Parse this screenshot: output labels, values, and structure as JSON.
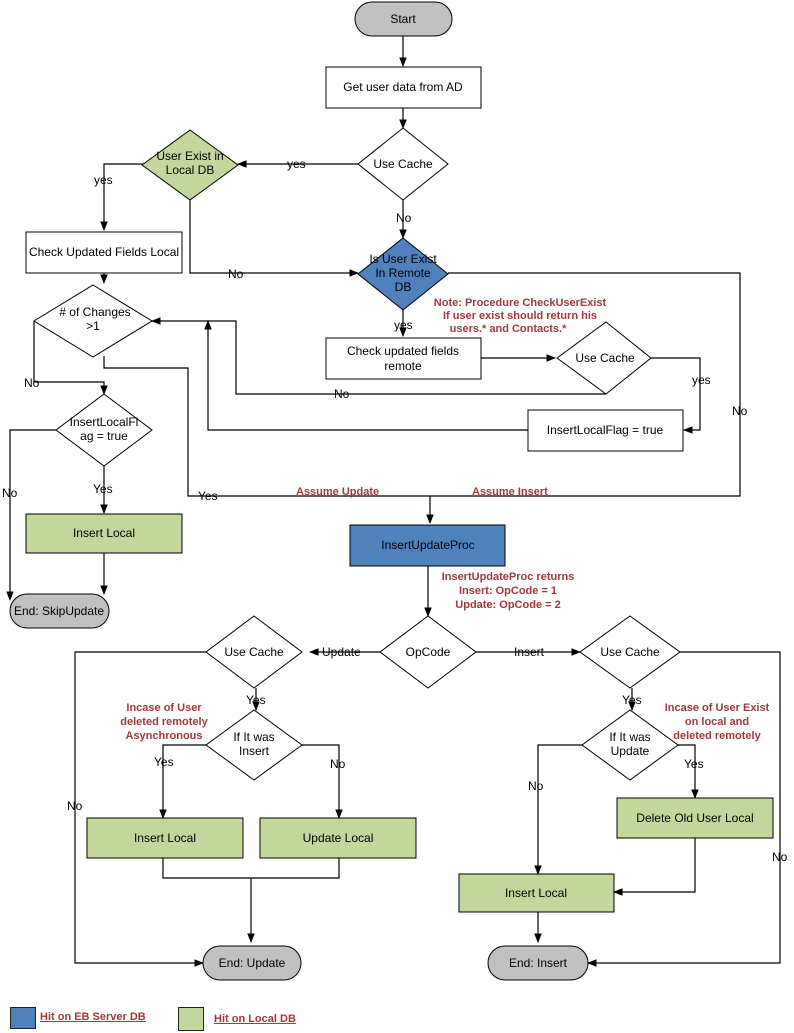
{
  "colors": {
    "server": "#4f81bd",
    "local": "#c3d69b",
    "terminal": "#c0c0c0",
    "note": "#a0393c"
  },
  "nodes": {
    "start": "Start",
    "get_user_data": "Get user data from AD",
    "use_cache_top": "Use Cache",
    "user_exist_local": [
      "User Exist in",
      "Local DB"
    ],
    "check_updated_local": "Check Updated Fields Local",
    "is_user_exist_remote": [
      "Is User Exist",
      "In Remote",
      "DB"
    ],
    "num_changes": [
      "# of Changes",
      ">1"
    ],
    "check_updated_remote": [
      "Check updated fields",
      "remote"
    ],
    "use_cache_remote": "Use Cache",
    "insert_local_flag_decision": [
      "InsertLocalFl",
      "ag = true"
    ],
    "insert_local_flag_box": "InsertLocalFlag = true",
    "insert_local_left": "Insert Local",
    "end_skip_update": "End: SkipUpdate",
    "insert_update_proc": "InsertUpdateProc",
    "opcode": "OpCode",
    "use_cache_update": "Use Cache",
    "use_cache_insert": "Use Cache",
    "if_was_insert": [
      "If It was",
      "Insert"
    ],
    "if_was_update": [
      "If It was",
      "Update"
    ],
    "insert_local_mid": "Insert Local",
    "update_local": "Update Local",
    "delete_old_user_local": "Delete Old User Local",
    "insert_local_right": "Insert Local",
    "end_update": "End: Update",
    "end_insert": "End: Insert"
  },
  "edge_labels": {
    "yes_top": "yes",
    "no_top": "No",
    "yes_local": "yes",
    "no_local_to_remote": "No",
    "yes_remote": "yes",
    "no_remote_right": "No",
    "no_cache_remote": "No",
    "yes_cache_remote": "yes",
    "no_changes": "No",
    "yes_changes": "Yes",
    "no_flag": "No",
    "yes_flag": "Yes",
    "update": "Update",
    "insert": "Insert",
    "yes_cache_update": "Yes",
    "no_cache_update": "No",
    "yes_was_insert": "Yes",
    "no_was_insert": "No",
    "yes_cache_insert": "Yes",
    "no_cache_insert": "No",
    "yes_was_update": "Yes",
    "no_was_update": "No"
  },
  "annotations": {
    "note_checkuserexist": [
      "Note: Procedure CheckUserExist",
      "If user exist should return his",
      "users.* and Contacts.*"
    ],
    "assume_update": "Assume Update",
    "assume_insert": "Assume Insert",
    "insertupdateproc_returns": [
      "InsertUpdateProc returns",
      "Insert: OpCode = 1",
      "Update: OpCode = 2"
    ],
    "incase_deleted_remotely": [
      "Incase of User",
      "deleted remotely",
      "Asynchronous"
    ],
    "incase_exist_local": [
      "Incase of User Exist",
      "on local and",
      "deleted remotely"
    ]
  },
  "legend": [
    {
      "label": "Hit on EB Server DB",
      "color": "#4f81bd"
    },
    {
      "label": "Hit on Local DB",
      "color": "#c3d69b"
    }
  ]
}
